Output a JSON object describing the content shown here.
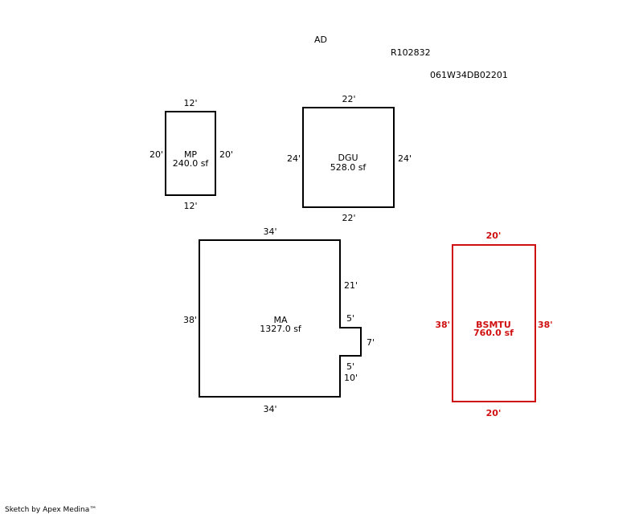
{
  "header": {
    "code": "AD",
    "account": "R102832",
    "map_tax_lot": "061W34DB02201"
  },
  "colors": {
    "outline": "#000000",
    "highlight": "#d01010"
  },
  "areas": {
    "mp": {
      "name": "MP",
      "area": "240.0 sf",
      "top": "12'",
      "bottom": "12'",
      "left": "20'",
      "right": "20'"
    },
    "dgu": {
      "name": "DGU",
      "area": "528.0 sf",
      "top": "22'",
      "bottom": "22'",
      "left": "24'",
      "right": "24'"
    },
    "ma": {
      "name": "MA",
      "area": "1327.0 sf",
      "top": "34'",
      "bottom": "34'",
      "left": "38'",
      "right_upper": "21'",
      "notch_top": "5'",
      "notch_depth": "7'",
      "notch_bottom": "5'",
      "right_lower": "10'"
    },
    "bsmtu": {
      "name": "BSMTU",
      "area": "760.0 sf",
      "top": "20'",
      "bottom": "20'",
      "left": "38'",
      "right": "38'"
    }
  },
  "footer": "Sketch by Apex Medina™"
}
